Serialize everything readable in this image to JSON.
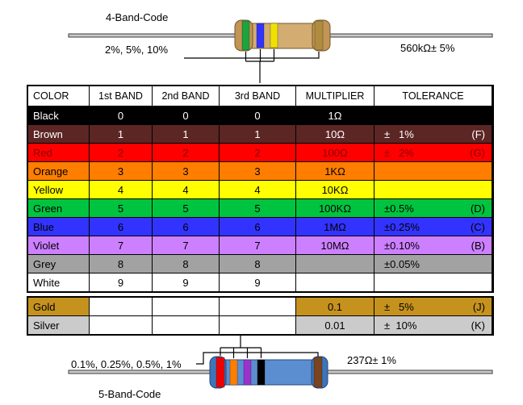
{
  "top_resistor": {
    "code_label": "4-Band-Code",
    "tolerance_options_label": "2%, 5%, 10%",
    "example_label": "560kΩ± 5%",
    "body_color": "#D2AC71",
    "cap_color": "#C29455",
    "bands": [
      {
        "name": "green",
        "color": "#1FA33C"
      },
      {
        "name": "blue",
        "color": "#3333FF"
      },
      {
        "name": "yellow",
        "color": "#F0E000"
      },
      {
        "name": "gold",
        "color": "#B08D3E"
      }
    ]
  },
  "bottom_resistor": {
    "code_label": "5-Band-Code",
    "tolerance_options_label": "0.1%, 0.25%, 0.5%, 1%",
    "example_label": "237Ω± 1%",
    "body_color": "#5B8ED0",
    "cap_color": "#3F74B8",
    "bands": [
      {
        "name": "red",
        "color": "#EE0000"
      },
      {
        "name": "orange",
        "color": "#FF7E00"
      },
      {
        "name": "violet",
        "color": "#9933CC"
      },
      {
        "name": "black",
        "color": "#000000"
      },
      {
        "name": "brown",
        "color": "#7A4420"
      }
    ]
  },
  "table": {
    "headers": [
      "COLOR",
      "1st BAND",
      "2nd BAND",
      "3rd BAND",
      "MULTIPLIER",
      "TOLERANCE"
    ],
    "rows": [
      {
        "section": "main",
        "name": "Black",
        "bg": "#000000",
        "fg": "#FFFFFF",
        "band_cells_white": false,
        "band1": "0",
        "band2": "0",
        "band3": "0",
        "multiplier": "1Ω",
        "tolerance": "",
        "tol_code": ""
      },
      {
        "section": "main",
        "name": "Brown",
        "bg": "#5C2625",
        "fg": "#FFFFFF",
        "band_cells_white": false,
        "band1": "1",
        "band2": "1",
        "band3": "1",
        "multiplier": "10Ω",
        "tolerance": "±   1%",
        "tol_code": "(F)"
      },
      {
        "section": "main",
        "name": "Red",
        "bg": "#FF0000",
        "fg": "#8B0000",
        "band_cells_white": false,
        "band1": "2",
        "band2": "2",
        "band3": "2",
        "multiplier": "100Ω",
        "tolerance": "±   2%",
        "tol_code": "(G)"
      },
      {
        "section": "main",
        "name": "Orange",
        "bg": "#FF7E00",
        "fg": "#000000",
        "band_cells_white": false,
        "band1": "3",
        "band2": "3",
        "band3": "3",
        "multiplier": "1KΩ",
        "tolerance": "",
        "tol_code": ""
      },
      {
        "section": "main",
        "name": "Yellow",
        "bg": "#FFFF00",
        "fg": "#000000",
        "band_cells_white": false,
        "band1": "4",
        "band2": "4",
        "band3": "4",
        "multiplier": "10KΩ",
        "tolerance": "",
        "tol_code": ""
      },
      {
        "section": "main",
        "name": "Green",
        "bg": "#00C440",
        "fg": "#000000",
        "band_cells_white": false,
        "band1": "5",
        "band2": "5",
        "band3": "5",
        "multiplier": "100KΩ",
        "tolerance": "±0.5%",
        "tol_code": "(D)"
      },
      {
        "section": "main",
        "name": "Blue",
        "bg": "#3333FF",
        "fg": "#000000",
        "band_cells_white": false,
        "band1": "6",
        "band2": "6",
        "band3": "6",
        "multiplier": "1MΩ",
        "tolerance": "±0.25%",
        "tol_code": "(C)"
      },
      {
        "section": "main",
        "name": "Violet",
        "bg": "#CC80FF",
        "fg": "#000000",
        "band_cells_white": false,
        "band1": "7",
        "band2": "7",
        "band3": "7",
        "multiplier": "10MΩ",
        "tolerance": "±0.10%",
        "tol_code": "(B)"
      },
      {
        "section": "main",
        "name": "Grey",
        "bg": "#A2A2A2",
        "fg": "#000000",
        "band_cells_white": false,
        "band1": "8",
        "band2": "8",
        "band3": "8",
        "multiplier": "",
        "tolerance": "±0.05%",
        "tol_code": ""
      },
      {
        "section": "main",
        "name": "White",
        "bg": "#FFFFFF",
        "fg": "#000000",
        "band_cells_white": false,
        "band1": "9",
        "band2": "9",
        "band3": "9",
        "multiplier": "",
        "tolerance": "",
        "tol_code": ""
      },
      {
        "section": "extra",
        "name": "Gold",
        "bg": "#C6921E",
        "fg": "#000000",
        "band_cells_white": true,
        "band1": "",
        "band2": "",
        "band3": "",
        "multiplier": "0.1",
        "tolerance": "±   5%",
        "tol_code": "(J)"
      },
      {
        "section": "extra",
        "name": "Silver",
        "bg": "#CBCBCB",
        "fg": "#000000",
        "band_cells_white": true,
        "band1": "",
        "band2": "",
        "band3": "",
        "multiplier": "0.01",
        "tolerance": "±  10%",
        "tol_code": "(K)"
      }
    ]
  }
}
